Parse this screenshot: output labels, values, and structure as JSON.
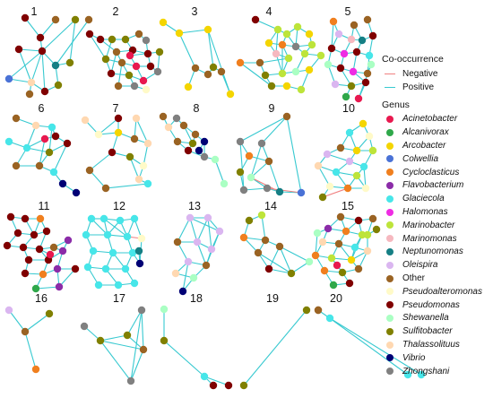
{
  "panel_labels": [
    "1",
    "2",
    "3",
    "4",
    "5",
    "6",
    "7",
    "8",
    "9",
    "10",
    "11",
    "12",
    "13",
    "14",
    "15",
    "16",
    "17",
    "18",
    "19",
    "20"
  ],
  "legend": {
    "cooccurrence_title": "Co-occurrence",
    "negative_label": "Negative",
    "positive_label": "Positive",
    "negative_color": "#f08080",
    "positive_color": "#37c9d0",
    "genus_title": "Genus",
    "genera": [
      {
        "name": "Acinetobacter",
        "color": "#e8194f",
        "italic": true
      },
      {
        "name": "Alcanivorax",
        "color": "#2fa84a",
        "italic": true
      },
      {
        "name": "Arcobacter",
        "color": "#f4d500",
        "italic": true
      },
      {
        "name": "Colwellia",
        "color": "#4a72d6",
        "italic": true
      },
      {
        "name": "Cycloclasticus",
        "color": "#f07f1e",
        "italic": true
      },
      {
        "name": "Flavobacterium",
        "color": "#8b2ca8",
        "italic": true
      },
      {
        "name": "Glaciecola",
        "color": "#47e6e9",
        "italic": true
      },
      {
        "name": "Halomonas",
        "color": "#ef2ce3",
        "italic": true
      },
      {
        "name": "Marinobacter",
        "color": "#bde43a",
        "italic": true
      },
      {
        "name": "Marinomonas",
        "color": "#f6b8bf",
        "italic": true
      },
      {
        "name": "Neptunomonas",
        "color": "#157f84",
        "italic": true
      },
      {
        "name": "Oleispira",
        "color": "#dab6f0",
        "italic": true
      },
      {
        "name": "Other",
        "color": "#9a6323",
        "italic": false
      },
      {
        "name": "Pseudoalteromonas",
        "color": "#fffac8",
        "italic": true
      },
      {
        "name": "Pseudomonas",
        "color": "#800000",
        "italic": true
      },
      {
        "name": "Shewanella",
        "color": "#aaffc3",
        "italic": true
      },
      {
        "name": "Sulfitobacter",
        "color": "#808000",
        "italic": true
      },
      {
        "name": "Thalassolituus",
        "color": "#ffd8b1",
        "italic": true
      },
      {
        "name": "Vibrio",
        "color": "#000075",
        "italic": true
      },
      {
        "name": "Zhongshani",
        "color": "#808080",
        "italic": true
      }
    ]
  }
}
